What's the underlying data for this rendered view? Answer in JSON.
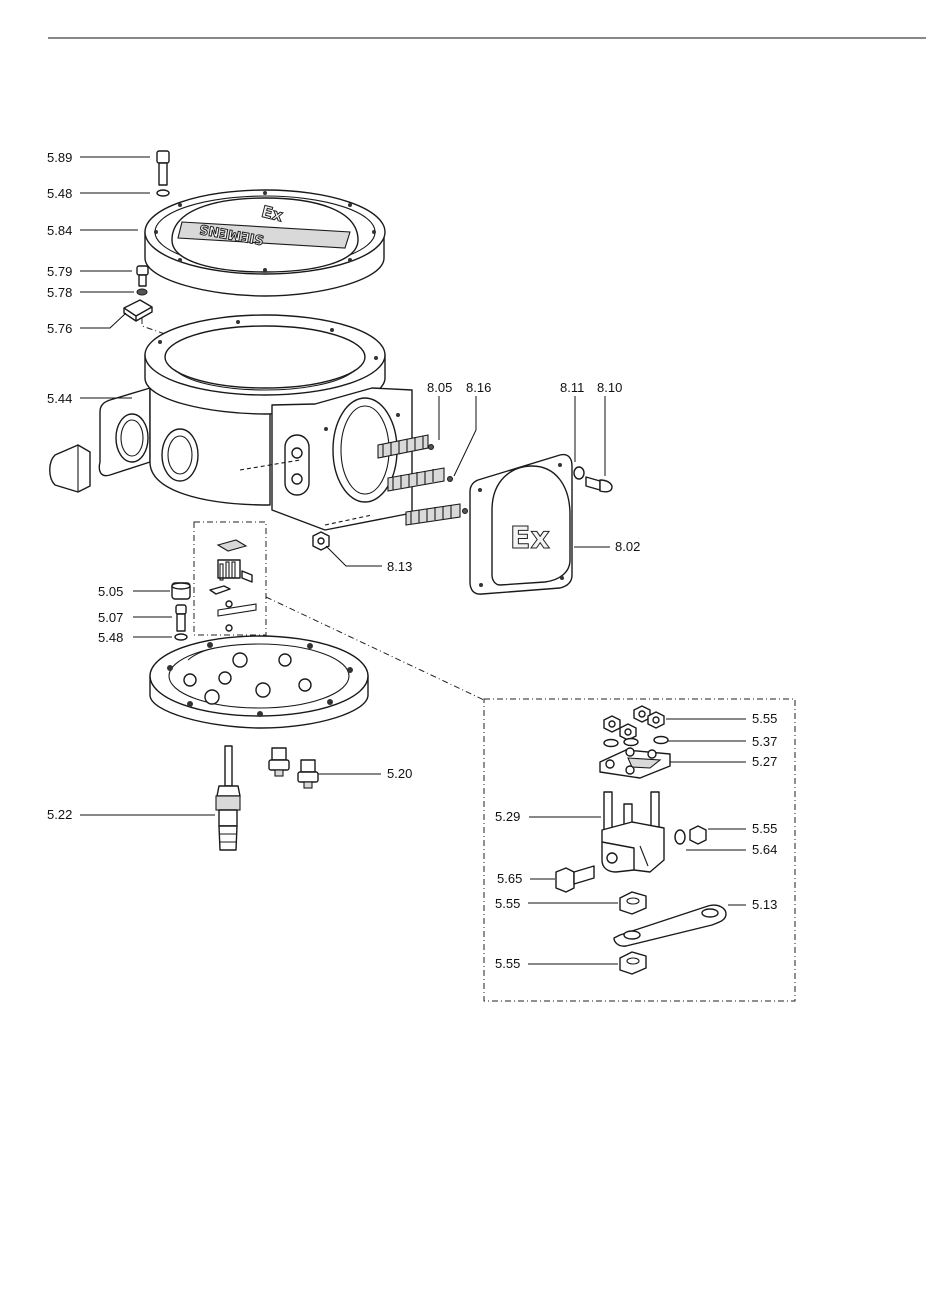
{
  "cover_emblem": "Ex",
  "cover_brand": "SIEMENS",
  "side_cover_emblem": "Ex",
  "callouts": {
    "c589": "5.89",
    "c548a": "5.48",
    "c584": "5.84",
    "c579": "5.79",
    "c578": "5.78",
    "c576": "5.76",
    "c544": "5.44",
    "c805": "8.05",
    "c816": "8.16",
    "c811": "8.11",
    "c810": "8.10",
    "c802": "8.02",
    "c813": "8.13",
    "c505": "5.05",
    "c507": "5.07",
    "c548b": "5.48",
    "c520": "5.20",
    "c522": "5.22",
    "c555a": "5.55",
    "c537": "5.37",
    "c527": "5.27",
    "c529": "5.29",
    "c555b": "5.55",
    "c564": "5.64",
    "c565": "5.65",
    "c555c": "5.55",
    "c513": "5.13",
    "c555d": "5.55"
  }
}
